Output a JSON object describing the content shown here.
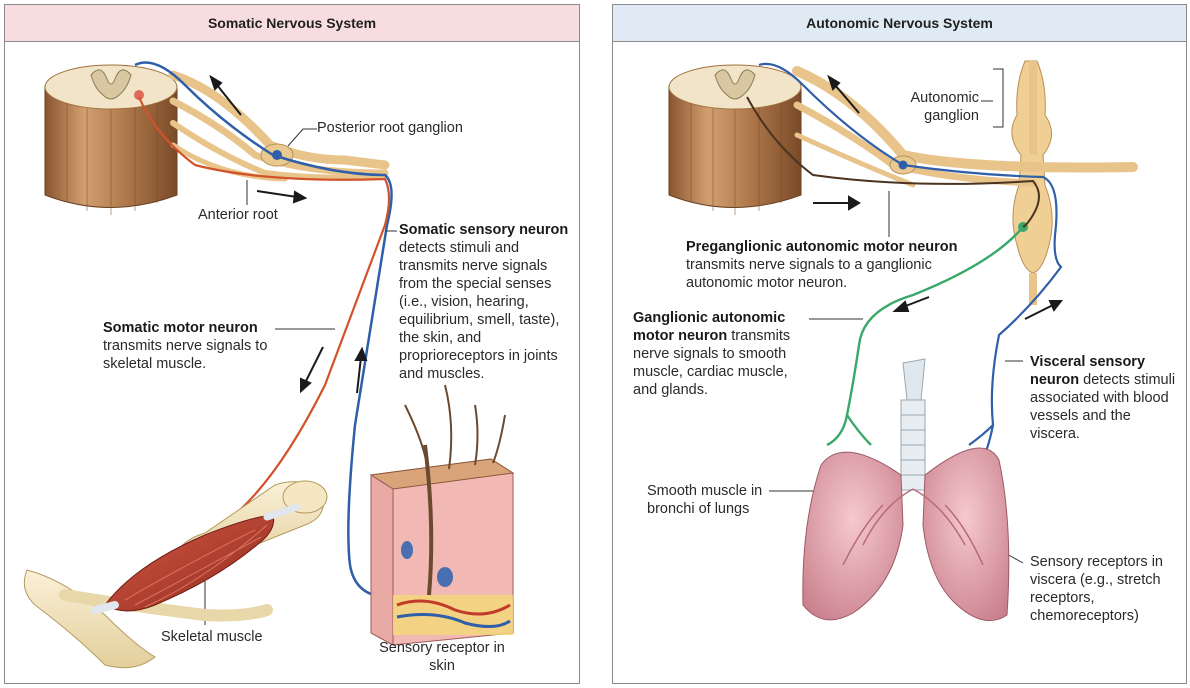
{
  "left_panel": {
    "title": "Somatic Nervous System",
    "labels": {
      "posterior_root_ganglion": "Posterior root ganglion",
      "anterior_root": "Anterior root",
      "sensory_neuron_bold": "Somatic sensory neuron",
      "sensory_neuron_text": "detects stimuli and transmits nerve signals from the special senses (i.e., vision, hearing, equilibrium, smell, taste), the skin, and proprioreceptors in joints and muscles.",
      "motor_neuron_bold": "Somatic motor neuron",
      "motor_neuron_text": "transmits nerve signals to skeletal muscle.",
      "skeletal_muscle": "Skeletal muscle",
      "sensory_receptor_skin": "Sensory receptor in skin"
    }
  },
  "right_panel": {
    "title": "Autonomic Nervous System",
    "labels": {
      "autonomic_ganglion": "Autonomic ganglion",
      "preganglionic_bold": "Preganglionic autonomic motor neuron",
      "preganglionic_text": "transmits nerve signals to a ganglionic autonomic motor neuron.",
      "ganglionic_bold": "Ganglionic autonomic motor neuron",
      "ganglionic_text": "transmits nerve signals to smooth muscle, cardiac muscle, and glands.",
      "visceral_bold": "Visceral sensory neuron",
      "visceral_text": "detects stimuli associated with blood vessels and the viscera.",
      "smooth_muscle": "Smooth muscle in bronchi of lungs",
      "sensory_receptors_viscera": "Sensory receptors in viscera (e.g., stretch receptors, chemoreceptors)"
    }
  },
  "colors": {
    "sensory_neuron": "#2f5fa8",
    "motor_neuron": "#d2522a",
    "ganglionic_neuron": "#3aa86a",
    "nerve": "#e8c48a",
    "spinal_cord": "#b07a4c",
    "muscle": "#b8372a",
    "lung": "#e4a7b0"
  }
}
